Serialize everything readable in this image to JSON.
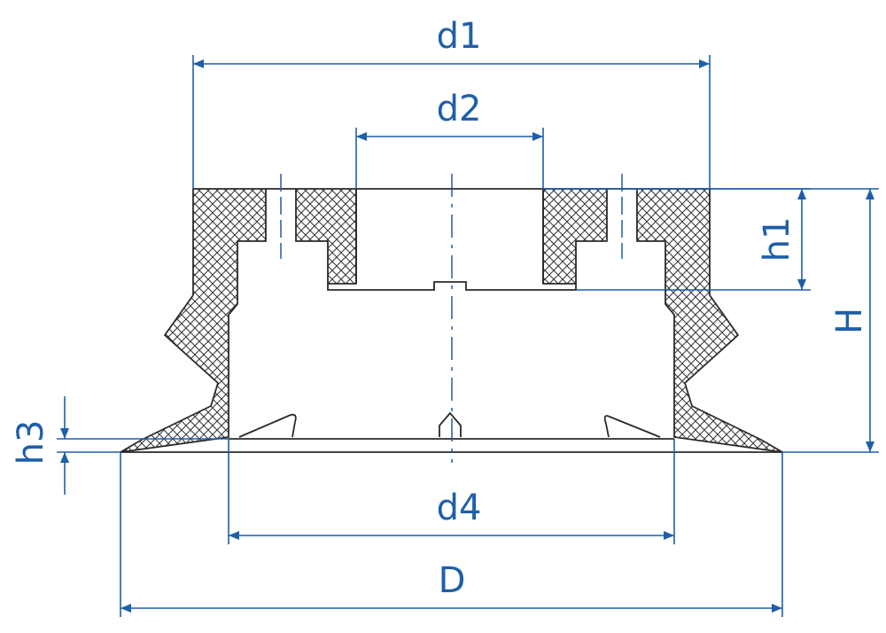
{
  "colors": {
    "dimension": "#1f5fa8",
    "outline": "#2a2a2a",
    "background": "#ffffff"
  },
  "dimensions": {
    "d1": "d1",
    "d2": "d2",
    "h1": "h1",
    "H": "H",
    "h3": "h3",
    "d4": "d4",
    "D": "D"
  }
}
